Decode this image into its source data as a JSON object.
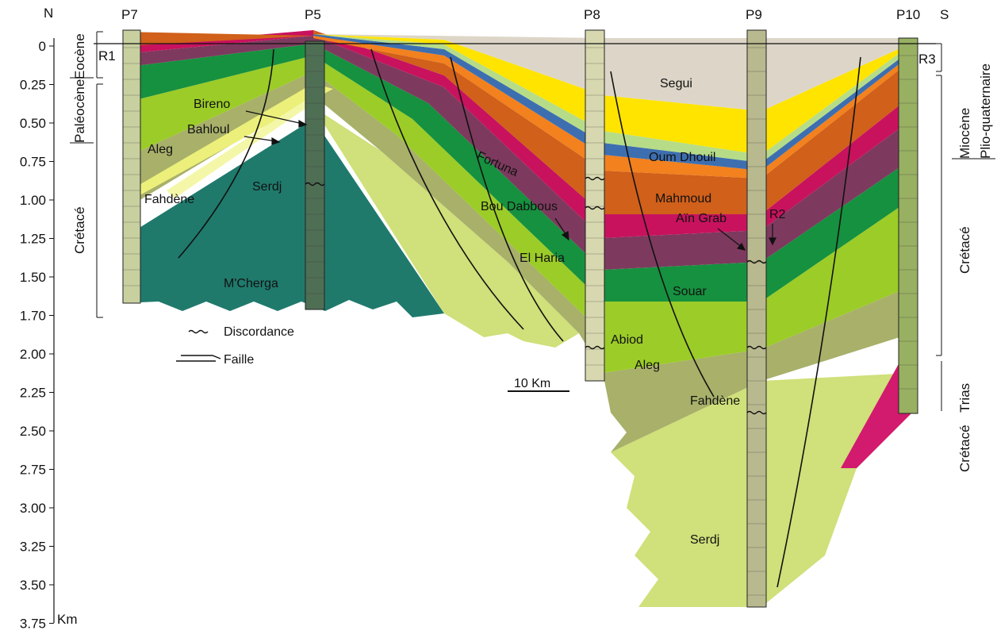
{
  "wells": [
    "P7",
    "P5",
    "P8",
    "P9",
    "P10"
  ],
  "orientation": {
    "north": "N",
    "south": "S"
  },
  "depth_axis": {
    "unit": "Km",
    "ticks": [
      "0",
      "0.25",
      "0.50",
      "0.75",
      "1.00",
      "1.25",
      "1.50",
      "1.70",
      "2.00",
      "2.25",
      "2.50",
      "2.75",
      "3.00",
      "3.25",
      "3.50",
      "3.75"
    ]
  },
  "left_column": {
    "r1": "R1",
    "eocene": "Eocène",
    "paleocene": "Paléocène",
    "cretace": "Crétacé"
  },
  "right_column": {
    "r3": "R3",
    "miocene": "Miocène",
    "plio_quaternaire": "Plio-quaternaire",
    "cretace_upper": "Crétacé",
    "trias": "Trias",
    "cretace_lower": "Crétacé"
  },
  "formations": {
    "segui": "Segui",
    "oum_dhouil": "Oum Dhouil",
    "fortuna": "Fortuna",
    "mahmoud": "Mahmoud",
    "ain_grab": "Aïn Grab",
    "r2": "R2",
    "bou_dabbous": "Bou Dabbous",
    "el_haria": "El Haria",
    "souar": "Souar",
    "abiod": "Abiod",
    "aleg_center": "Aleg",
    "fahdene_center": "Fahdène",
    "serdj_center": "Serdj",
    "bireno": "Bireno",
    "bahloul": "Bahloul",
    "aleg_left": "Aleg",
    "serdj_left": "Serdj",
    "fahdene_left": "Fahdène",
    "mcherga": "M'Cherga"
  },
  "legend": {
    "discordance": "Discordance",
    "faille": "Faille",
    "scale": "10 Km"
  },
  "colors": {
    "segui": "#ddd6c8",
    "oum_dhouil": "#ffe400",
    "mahmoud": "#b6dc88",
    "ain_grab": "#3d6fb0",
    "fortuna": "#f2811e",
    "souar": "#d0601a",
    "bou_dabbous": "#c8125e",
    "el_haria": "#7d3a5e",
    "abiod": "#16913f",
    "aleg": "#9ccc28",
    "fahdene": "#a8b06a",
    "serdj": "#d0e07a",
    "mcherga": "#1f7a6c",
    "trias": "#d21a6e"
  }
}
